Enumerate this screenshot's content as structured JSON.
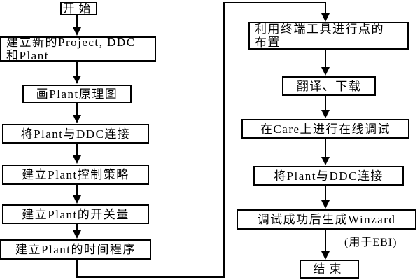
{
  "flowchart": {
    "nodes": {
      "start": "开始",
      "create_project": "建立新的Project, DDC\n和Plant",
      "draw_plant_diagram": "画Plant原理图",
      "connect_plant_ddc_left": "将Plant与DDC连接",
      "build_control_strategy": "建立Plant控制策略",
      "build_switch_quantity": "建立Plant的开关量",
      "build_time_program": "建立Plant的时间程序",
      "terminal_tool_points": "利用终端工具进行点的\n布置",
      "translate_download": "翻译、下载",
      "online_debug_care": "在Care上进行在线调试",
      "connect_plant_ddc_right": "将Plant与DDC连接",
      "generate_winzard": "调试成功后生成Winzard",
      "winzard_note": "(用于EBI)",
      "end": "结束"
    },
    "line_color": "#000000",
    "background_color": "#ffffff"
  }
}
